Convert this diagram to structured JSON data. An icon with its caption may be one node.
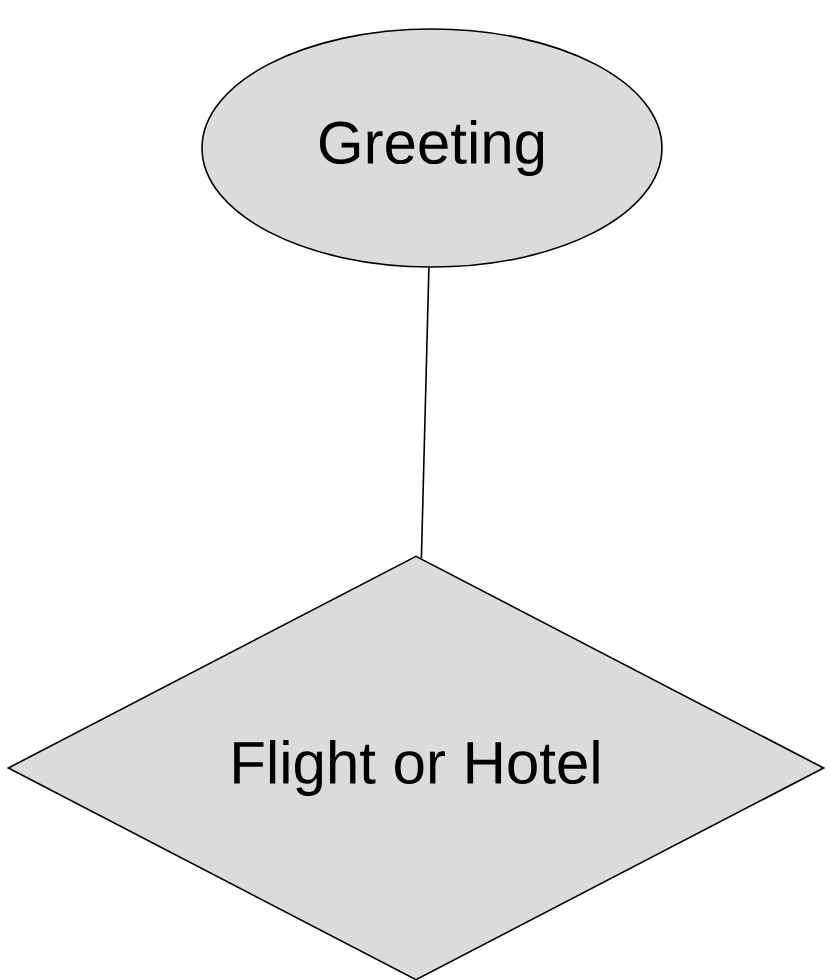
{
  "diagram": {
    "nodes": [
      {
        "text": [
          "Greeting"
        ]
      },
      {
        "text": [
          "Flight or Hotel"
        ]
      }
    ],
    "edges": [
      {
        "from": 0,
        "to": 1,
        "arrow": "none"
      }
    ]
  }
}
